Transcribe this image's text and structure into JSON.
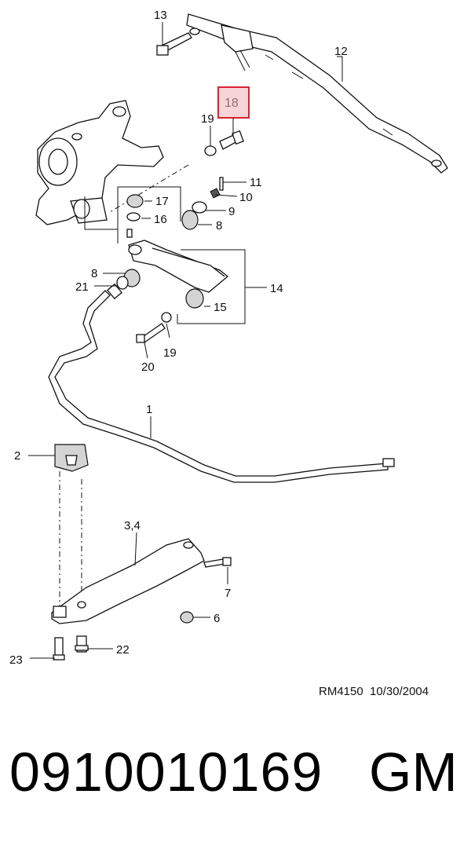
{
  "callouts": {
    "c1": "1",
    "c2": "2",
    "c3_4": "3,4",
    "c6": "6",
    "c7": "7",
    "c8_upper": "8",
    "c8_lower": "8",
    "c9": "9",
    "c10": "10",
    "c11": "11",
    "c12": "12",
    "c13": "13",
    "c14": "14",
    "c15": "15",
    "c16": "16",
    "c17": "17",
    "c18": "18",
    "c19_upper": "19",
    "c19_lower": "19",
    "c20": "20",
    "c21": "21",
    "c22": "22",
    "c23": "23"
  },
  "highlight": {
    "color": "#d9232e",
    "fill": "#f6d5d9",
    "part": "18"
  },
  "footer": {
    "diagram_ref": "RM4150  10/30/2004",
    "part_number": "0910010169",
    "brand": "GM"
  }
}
